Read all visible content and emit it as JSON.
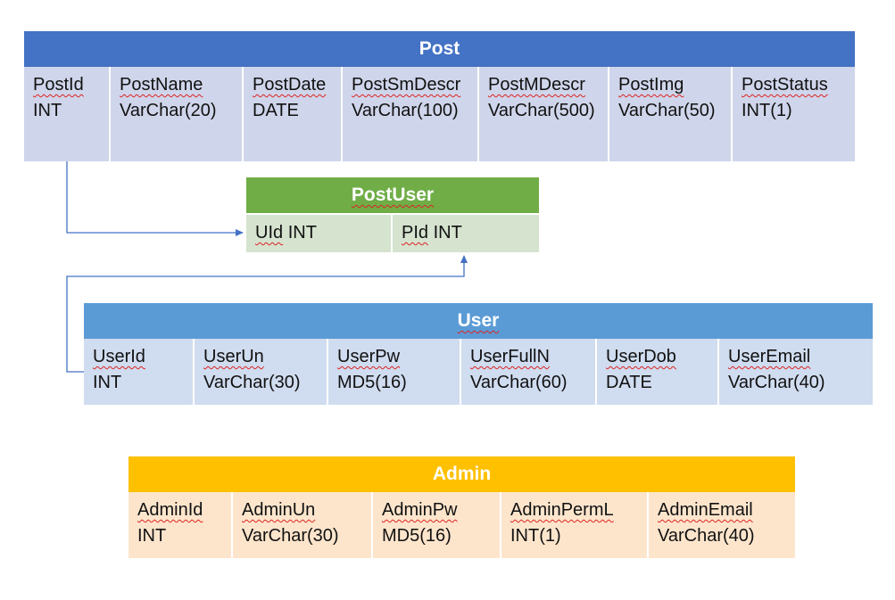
{
  "colors": {
    "post_header": "#4472c4",
    "postuser_header": "#70ad47",
    "user_header": "#5b9bd5",
    "admin_header": "#ffc000",
    "connector": "#4472c4"
  },
  "tables": {
    "post": {
      "title": "Post",
      "columns": [
        {
          "name": "PostId",
          "type": "INT"
        },
        {
          "name": "PostName",
          "type": "VarChar(20)"
        },
        {
          "name": "PostDate",
          "type": "DATE"
        },
        {
          "name": "PostSmDescr",
          "type": "VarChar(100)"
        },
        {
          "name": "PostMDescr",
          "type": "VarChar(500)"
        },
        {
          "name": "PostImg",
          "type": "VarChar(50)"
        },
        {
          "name": "PostStatus",
          "type": "INT(1)"
        }
      ]
    },
    "postuser": {
      "title": "PostUser",
      "columns": [
        {
          "name": "UId",
          "type": "INT"
        },
        {
          "name": "PId",
          "type": "INT"
        }
      ]
    },
    "user": {
      "title": "User",
      "columns": [
        {
          "name": "UserId",
          "type": "INT"
        },
        {
          "name": "UserUn",
          "type": "VarChar(30)"
        },
        {
          "name": "UserPw",
          "type": "MD5(16)"
        },
        {
          "name": "UserFullN",
          "type": "VarChar(60)"
        },
        {
          "name": "UserDob",
          "type": "DATE"
        },
        {
          "name": "UserEmail",
          "type": "VarChar(40)"
        }
      ]
    },
    "admin": {
      "title": "Admin",
      "columns": [
        {
          "name": "AdminId",
          "type": "INT"
        },
        {
          "name": "AdminUn",
          "type": "VarChar(30)"
        },
        {
          "name": "AdminPw",
          "type": "MD5(16)"
        },
        {
          "name": "AdminPermL",
          "type": "INT(1)"
        },
        {
          "name": "AdminEmail",
          "type": "VarChar(40)"
        }
      ]
    }
  }
}
